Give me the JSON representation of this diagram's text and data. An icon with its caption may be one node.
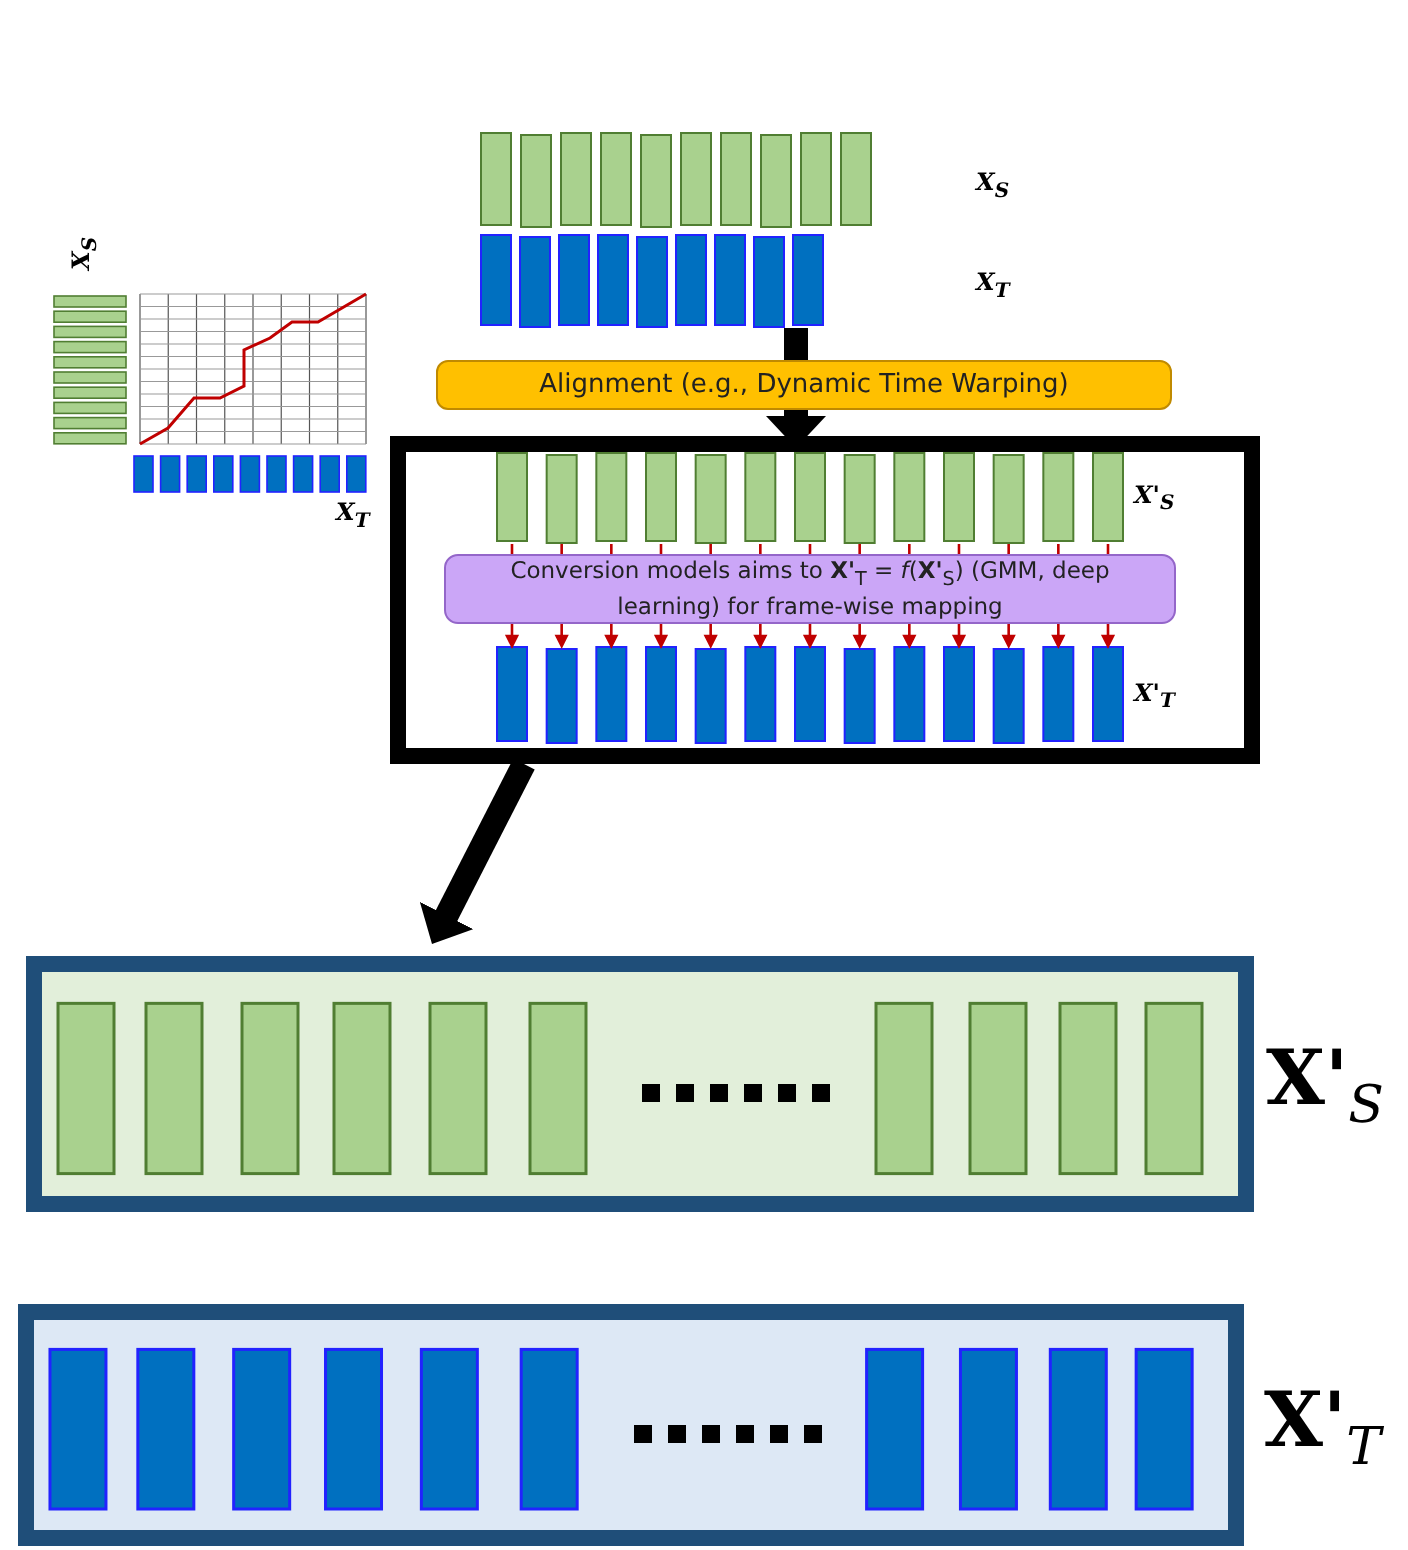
{
  "diagram": {
    "nodes": [
      {
        "text": [],
        "shape": "bar"
      },
      {
        "text": [],
        "shape": "bar"
      },
      {
        "text": [
          "Alignment (e.g., Dynamic Time Warping)"
        ]
      },
      {
        "text": [],
        "shape": "box"
      },
      {
        "text": [],
        "shape": "bar",
        "in": 3,
        "beside": [
          "X'$_{S}$"
        ]
      },
      {
        "text": [
          "Conversion models aims to **X'**$_{T}$ = *f*(**X'**$_{S}$) (GMM, deep learning) for frame-wise mapping"
        ],
        "in": 3
      },
      {
        "text": [],
        "shape": "bar",
        "in": 3,
        "beside": [
          "X'$_{T}$"
        ]
      },
      {
        "text": [],
        "shape": "box",
        "beside": [
          "X'$_{S}$"
        ]
      },
      {
        "text": [],
        "shape": "box",
        "beside": [
          "X'$_{T}$"
        ]
      }
    ],
    "edges": [
      {
        "from": 1,
        "to": 2,
        "arrow": "none"
      },
      {
        "from": 2,
        "to": 3,
        "arrow": "to"
      },
      {
        "from": 4,
        "to": 5,
        "arrow": "none",
        "color": "#c00000"
      },
      {
        "from": 5,
        "to": 6,
        "arrow": "to",
        "color": "#c00000"
      },
      {
        "from": 3,
        "to": 7,
        "arrow": "to"
      }
    ],
    "labels": [
      "X$_{S}$",
      "X$_{T}$",
      "X$_{S}$",
      "X$_{T}$"
    ]
  }
}
